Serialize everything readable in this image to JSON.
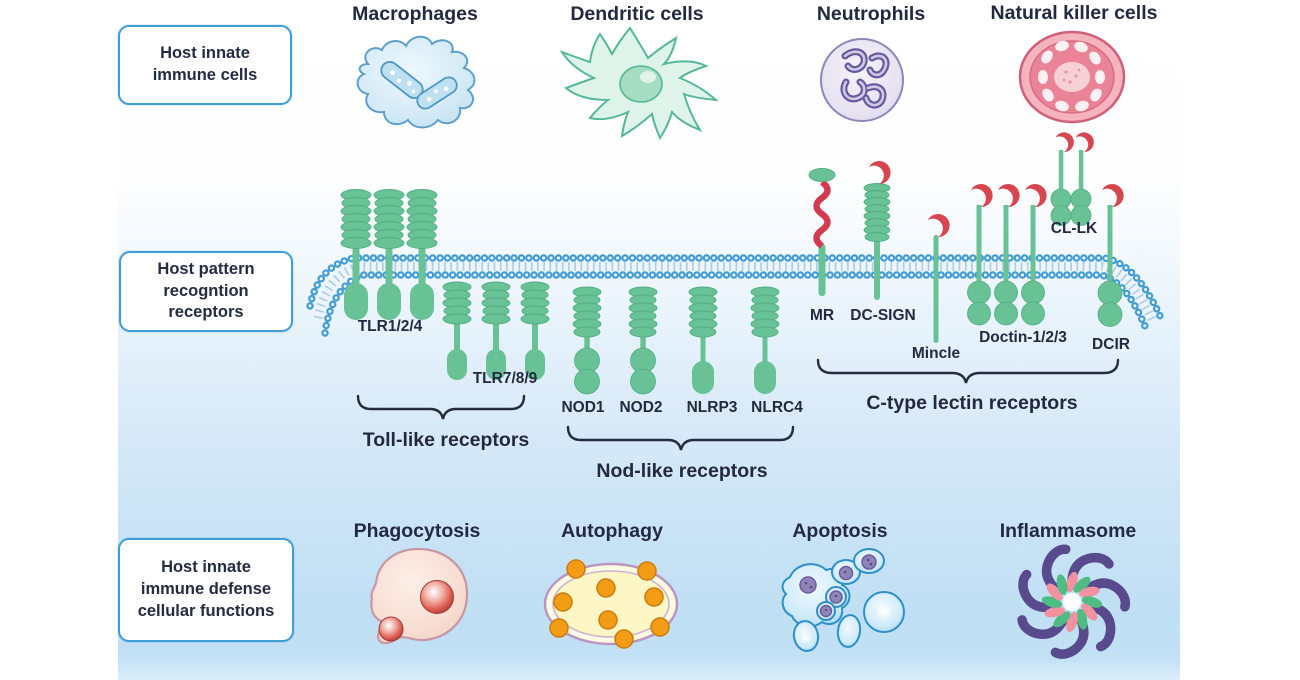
{
  "section_boxes": {
    "immune_cells": "Host innate\nimmune cells",
    "pattern_receptors": "Host pattern\nrecogntion\nreceptors",
    "defense_functions": "Host innate\nimmune defense\ncellular functions"
  },
  "cells": {
    "macrophages": "Macrophages",
    "dendritic": "Dendritic cells",
    "neutrophils": "Neutrophils",
    "nk": "Natural killer cells"
  },
  "receptors": {
    "tlr124": "TLR1/2/4",
    "tlr789": "TLR7/8/9",
    "nod1": "NOD1",
    "nod2": "NOD2",
    "nlrp3": "NLRP3",
    "nlrc4": "NLRC4",
    "mr": "MR",
    "dc_sign": "DC-SIGN",
    "mincle": "Mincle",
    "doctin": "Doctin-1/2/3",
    "cl_lk": "CL-LK",
    "dcir": "DCIR"
  },
  "receptor_groups": {
    "toll_like": "Toll-like receptors",
    "nod_like": "Nod-like receptors",
    "c_type_lectin": "C-type lectin receptors"
  },
  "functions": {
    "phagocytosis": "Phagocytosis",
    "autophagy": "Autophagy",
    "apoptosis": "Apoptosis",
    "inflammasome": "Inflammasome"
  },
  "colors": {
    "receptor_green": "#68c295",
    "ligand_red": "#d7464f",
    "membrane_blue": "#3f9cd7",
    "box_border_blue": "#3f9ed8",
    "text": "#232940",
    "panel_blue": "#bedef4"
  }
}
